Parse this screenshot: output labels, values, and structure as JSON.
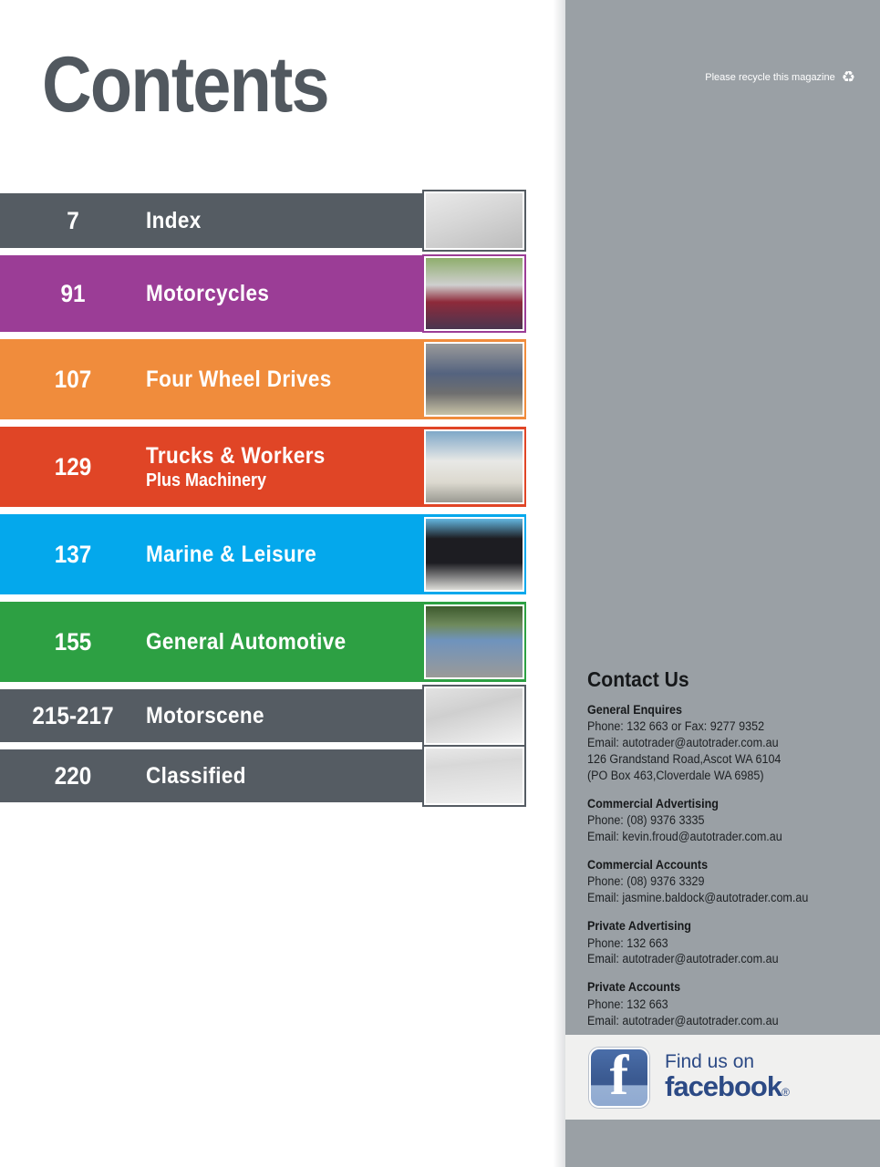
{
  "page": {
    "title": "Contents"
  },
  "recycle": {
    "text": "Please recycle this magazine",
    "icon": "recycle-icon",
    "glyph": "♻"
  },
  "toc": {
    "rows": [
      {
        "page": "7",
        "label": "Index",
        "sublabel": "",
        "color": "#555c63",
        "thumb": "index-listing-photo"
      },
      {
        "page": "91",
        "label": "Motorcycles",
        "sublabel": "",
        "color": "#9b3d96",
        "thumb": "motorcycle-sidecar-photo"
      },
      {
        "page": "107",
        "label": "Four Wheel Drives",
        "sublabel": "",
        "color": "#f08c3c",
        "thumb": "blue-pickup-truck-photo"
      },
      {
        "page": "129",
        "label": "Trucks & Workers",
        "sublabel": "Plus Machinery",
        "color": "#e04526",
        "thumb": "white-flatbed-truck-photo"
      },
      {
        "page": "137",
        "label": "Marine & Leisure",
        "sublabel": "",
        "color": "#04a8ec",
        "thumb": "covered-boat-trailer-photo"
      },
      {
        "page": "155",
        "label": "General Automotive",
        "sublabel": "",
        "color": "#2da043",
        "thumb": "blue-classic-car-photo"
      },
      {
        "page": "215-217",
        "label": "Motorscene",
        "sublabel": "",
        "color": "#555c63",
        "thumb": "motorscene-pages-photo"
      },
      {
        "page": "220",
        "label": "Classified",
        "sublabel": "",
        "color": "#555c63",
        "thumb": "classified-pages-photo"
      }
    ]
  },
  "contact": {
    "heading": "Contact Us",
    "groups": [
      {
        "title": "General Enquires",
        "lines": [
          "Phone: 132 663 or Fax: 9277 9352",
          "Email: autotrader@autotrader.com.au",
          "126 Grandstand Road,Ascot WA 6104",
          "(PO Box 463,Cloverdale WA 6985)"
        ]
      },
      {
        "title": "Commercial Advertising",
        "lines": [
          "Phone: (08) 9376 3335",
          "Email: kevin.froud@autotrader.com.au"
        ]
      },
      {
        "title": "Commercial Accounts",
        "lines": [
          "Phone: (08) 9376 3329",
          "Email: jasmine.baldock@autotrader.com.au"
        ]
      },
      {
        "title": "Private Advertising",
        "lines": [
          "Phone: 132 663",
          "Email: autotrader@autotrader.com.au"
        ]
      },
      {
        "title": "Private Accounts",
        "lines": [
          "Phone: 132 663",
          "Email: autotrader@autotrader.com.au"
        ]
      }
    ]
  },
  "facebook": {
    "logo_letter": "f",
    "line1": "Find us on",
    "line2": "facebook",
    "registered": "®"
  },
  "colors": {
    "panel_gray": "#9aa0a5",
    "title_gray": "#51585f",
    "dark_slate": "#555c63",
    "purple": "#9b3d96",
    "orange": "#f08c3c",
    "red": "#e04526",
    "cyan": "#04a8ec",
    "green": "#2da043",
    "facebook_blue": "#2c4a85"
  }
}
